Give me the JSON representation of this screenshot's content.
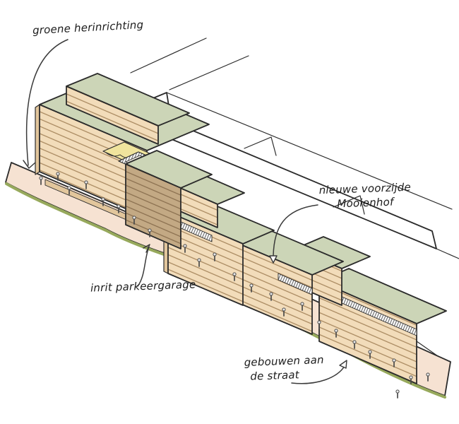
{
  "annotations": {
    "groene": {
      "label": "groene herinrichting"
    },
    "voorzijde": {
      "line1": "nieuwe voorzijde",
      "line2": "Mooienhof"
    },
    "inrit": {
      "label": "inrit parkeergarage"
    },
    "gebouwen": {
      "line1": "gebouwen aan",
      "line2": "de straat"
    }
  },
  "palette": {
    "ink": "#2b2b2b",
    "roof_green": "#ccd5b7",
    "facade_tan": "#f2dcba",
    "facade_tan_dark": "#e2c69c",
    "facade_brown": "#c3a984",
    "stripe_tan": "#a8885f",
    "stripe_brown": "#8a6f4f",
    "ground_peach": "#f6e2d2",
    "grass_green": "#97a95c",
    "awning_yellow": "#f0e49d",
    "paper": "#ffffff"
  }
}
